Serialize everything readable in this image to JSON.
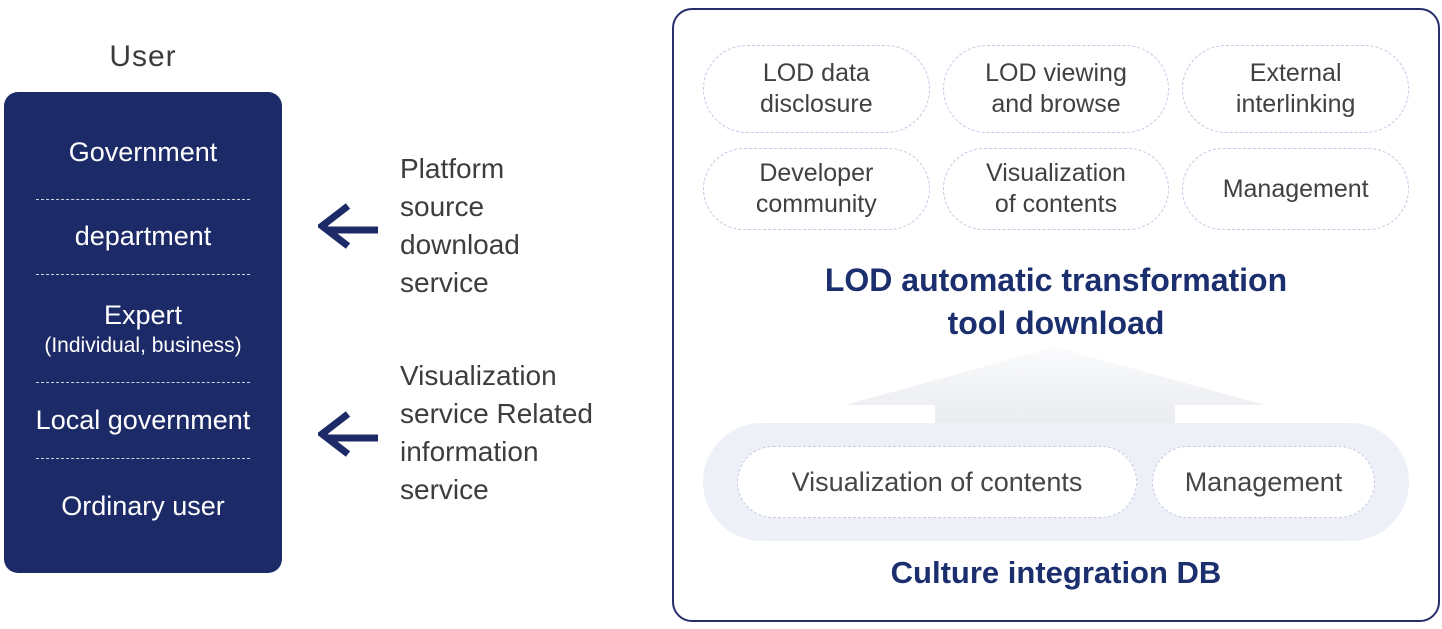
{
  "colors": {
    "navy": "#1d2a68",
    "heading": "#1b2f6e",
    "panel-border": "#272f6b",
    "pill-border": "#c4c9e5",
    "db-bg": "#edf0f7",
    "text-dark": "#3d3d3d"
  },
  "left": {
    "title": "User",
    "items": [
      {
        "label": "Government"
      },
      {
        "label": "department"
      },
      {
        "label": "Expert",
        "sub": "(Individual, business)"
      },
      {
        "label": "Local government"
      },
      {
        "label": "Ordinary user"
      }
    ]
  },
  "middle": {
    "services": [
      {
        "label": "Platform\nsource\ndownload\nservice"
      },
      {
        "label": "Visualization\nservice Related\ninformation\nservice"
      }
    ]
  },
  "panel": {
    "feature_pills": [
      "LOD data\ndisclosure",
      "LOD viewing\nand browse",
      "External\ninterlinking",
      "Developer\ncommunity",
      "Visualization\nof contents",
      "Management"
    ],
    "heading": "LOD automatic transformation\ntool download",
    "db": {
      "pills": [
        "Visualization of contents",
        "Management"
      ],
      "label": "Culture integration DB"
    }
  }
}
